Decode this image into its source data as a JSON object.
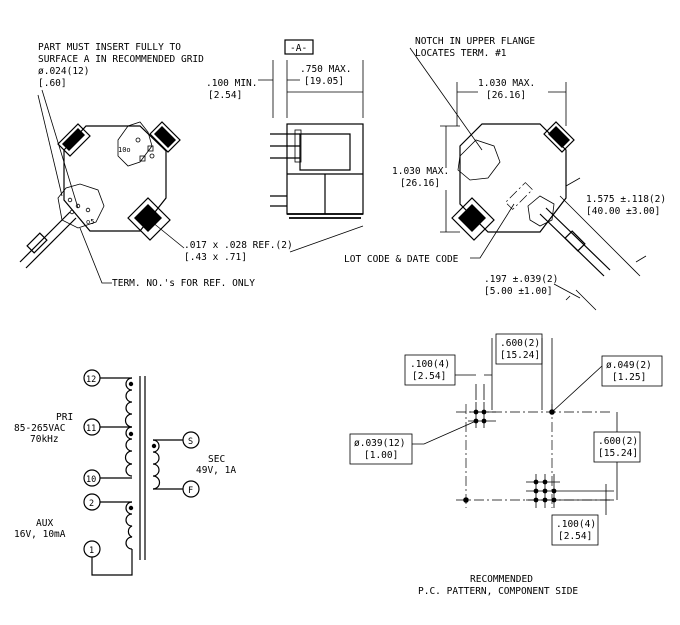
{
  "top_left": {
    "note_line1": "PART MUST INSERT FULLY TO",
    "note_line2": "SURFACE A IN RECOMMENDED GRID",
    "pin_dia": "ø.024(12)",
    "pin_dia_mm": "[.60]",
    "flange_dim": ".017 x .028 REF.(2)",
    "flange_dim_mm": "[.43 x .71]",
    "term_note": "TERM. NO.'s FOR REF. ONLY",
    "pin_10": "10o",
    "pin_5": "o5"
  },
  "top_middle": {
    "datum": "-A-",
    "min_dim": ".100 MIN.",
    "min_dim_mm": "[2.54]",
    "max_dim": ".750 MAX.",
    "max_dim_mm": "[19.05]"
  },
  "top_right": {
    "notch_line1": "NOTCH IN UPPER FLANGE",
    "notch_line2": "LOCATES TERM. #1",
    "width_dim": "1.030 MAX.",
    "width_dim_mm": "[26.16]",
    "height_dim": "1.030 MAX.",
    "height_dim_mm": "[26.16]",
    "lead_dim": "1.575 ±.118(2)",
    "lead_dim_mm": "[40.00 ±3.00]",
    "lot_code": "LOT CODE & DATE CODE",
    "stub_dim": ".197 ±.039(2)",
    "stub_dim_mm": "[5.00 ±1.00]"
  },
  "schematic": {
    "pri_line1": "PRI",
    "pri_line2": "85-265VAC",
    "pri_line3": "70kHz",
    "sec_line1": "SEC",
    "sec_line2": "49V, 1A",
    "aux_line1": "AUX",
    "aux_line2": "16V, 10mA",
    "pin_12": "12",
    "pin_11": "11",
    "pin_10": "10",
    "pin_2": "2",
    "pin_1": "1",
    "pin_S": "S",
    "pin_F": "F"
  },
  "pcb": {
    "d1": ".100(4)",
    "d1_mm": "[2.54]",
    "d2": ".600(2)",
    "d2_mm": "[15.24]",
    "d3": "ø.049(2)",
    "d3_mm": "[1.25]",
    "d4": "ø.039(12)",
    "d4_mm": "[1.00]",
    "d5": ".600(2)",
    "d5_mm": "[15.24]",
    "d6": ".100(4)",
    "d6_mm": "[2.54]",
    "caption_line1": "RECOMMENDED",
    "caption_line2": "P.C. PATTERN, COMPONENT SIDE"
  }
}
